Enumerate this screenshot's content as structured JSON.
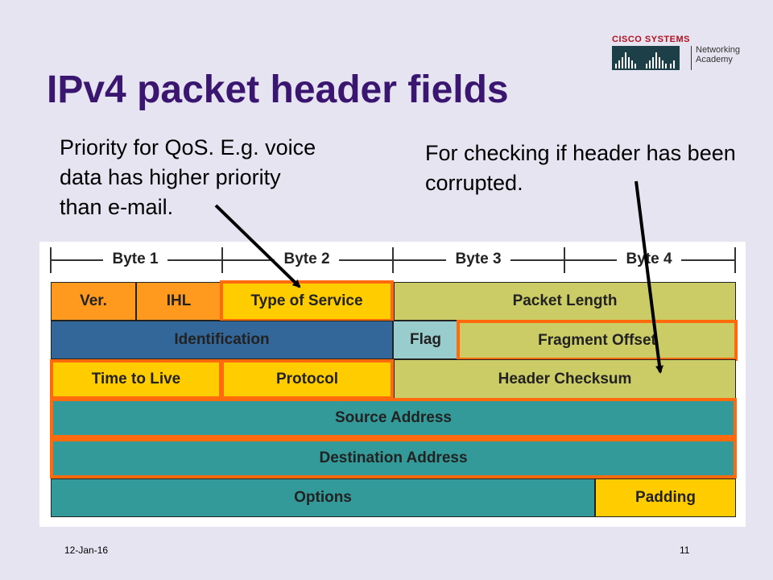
{
  "slide": {
    "title": "IPv4 packet header fields",
    "note_priority": "Priority for QoS. E.g. voice data has higher priority than e-mail.",
    "note_checksum": "For checking if header has been corrupted.",
    "date": "12-Jan-16",
    "page_number": "11"
  },
  "logo": {
    "brand": "CISCO SYSTEMS",
    "line1": "Networking",
    "line2": "Academy"
  },
  "diagram": {
    "bytes": [
      "Byte 1",
      "Byte 2",
      "Byte 3",
      "Byte 4"
    ],
    "fields": {
      "ver": "Ver.",
      "ihl": "IHL",
      "tos": "Type of Service",
      "packet_length": "Packet Length",
      "identification": "Identification",
      "flag": "Flag",
      "fragment_offset": "Fragment Offset",
      "ttl": "Time to Live",
      "protocol": "Protocol",
      "header_checksum": "Header Checksum",
      "source_address": "Source Address",
      "destination_address": "Destination Address",
      "options": "Options",
      "padding": "Padding"
    },
    "colors": {
      "orange_field": "#ff9a1e",
      "yellow_field": "#ffcc00",
      "khaki_field": "#cccc66",
      "blue_field": "#336699",
      "lightblue_field": "#99cccc",
      "teal_field": "#339999",
      "highlight_border": "#ff6a0c"
    }
  }
}
